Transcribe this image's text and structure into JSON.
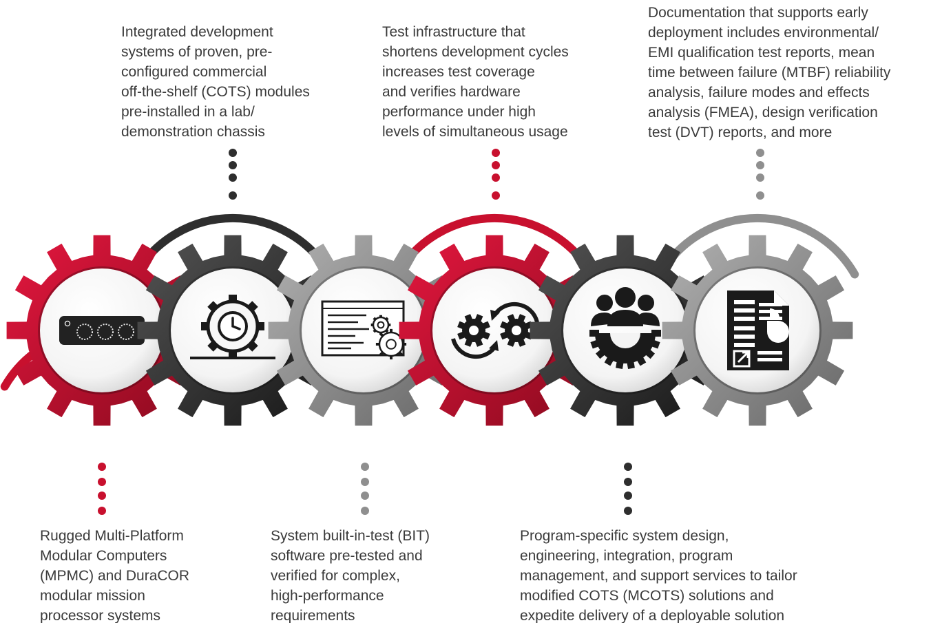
{
  "steps": [
    {
      "id": "mpmc-duracor",
      "position": "bottom",
      "icon": "rugged-computer-icon",
      "color": "#c8102e",
      "text": "Rugged Multi-Platform\nModular Computers\n(MPMC) and DuraCOR\nmodular mission\nprocessor systems"
    },
    {
      "id": "integrated-development-systems",
      "position": "top",
      "icon": "gear-clock-icon",
      "color": "#2b2b2b",
      "text": "Integrated development\nsystems of proven, pre-\nconfigured commercial\noff-the-shelf (COTS) modules\npre-installed in a lab/\ndemonstration chassis"
    },
    {
      "id": "bit-software",
      "position": "bottom",
      "icon": "code-window-gears-icon",
      "color": "#8a8a8a",
      "text": "System built-in-test (BIT)\nsoftware pre-tested and\nverified for complex,\nhigh-performance\nrequirements"
    },
    {
      "id": "test-infrastructure",
      "position": "top",
      "icon": "rotating-gears-icon",
      "color": "#c8102e",
      "text": "Test infrastructure that\nshortens development cycles\nincreases test coverage\nand verifies hardware\nperformance under high\nlevels of simultaneous usage"
    },
    {
      "id": "program-services",
      "position": "bottom",
      "icon": "team-gear-icon",
      "color": "#2b2b2b",
      "text": "Program-specific system design,\nengineering, integration, program\nmanagement, and support services to tailor\nmodified COTS (MCOTS) solutions and\nexpedite delivery of a deployable solution"
    },
    {
      "id": "documentation",
      "position": "top",
      "icon": "report-document-icon",
      "color": "#8a8a8a",
      "text": "Documentation that supports early\ndeployment includes environmental/\nEMI qualification test reports, mean\ntime between failure (MTBF) reliability\nanalysis, failure modes and effects\nanalysis (FMEA), design verification\ntest (DVT) reports, and more"
    }
  ]
}
